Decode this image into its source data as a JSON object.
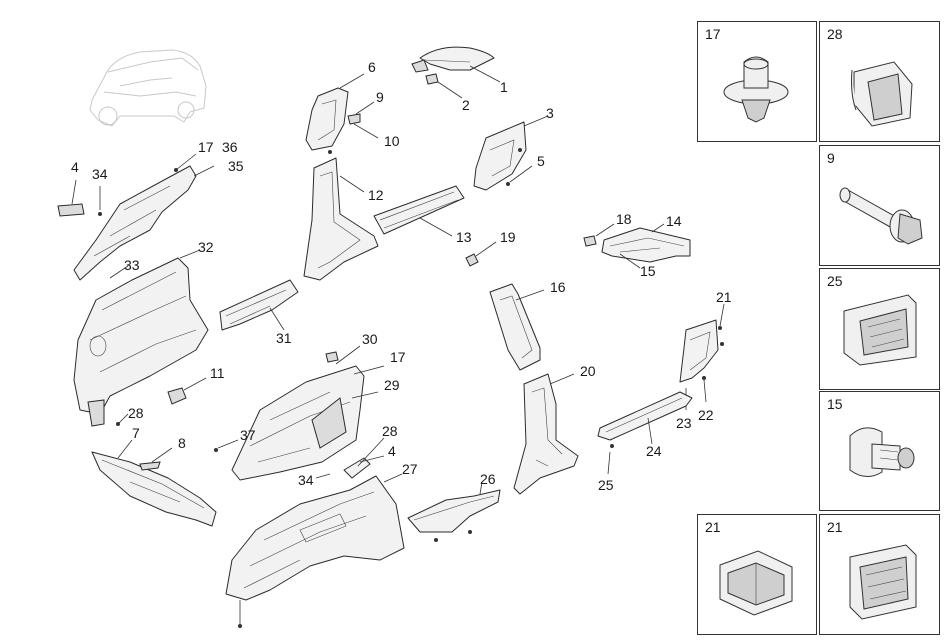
{
  "callouts": {
    "c1": "1",
    "c2": "2",
    "c3": "3",
    "c4a": "4",
    "c4b": "4",
    "c5": "5",
    "c6": "6",
    "c7": "7",
    "c8": "8",
    "c9": "9",
    "c10": "10",
    "c11": "11",
    "c12": "12",
    "c13": "13",
    "c14": "14",
    "c15": "15",
    "c16": "16",
    "c17a": "17",
    "c17b": "17",
    "c18": "18",
    "c19": "19",
    "c20": "20",
    "c21": "21",
    "c22": "22",
    "c23": "23",
    "c24": "24",
    "c25": "25",
    "c26": "26",
    "c27": "27",
    "c28a": "28",
    "c28b": "28",
    "c29": "29",
    "c30": "30",
    "c31": "31",
    "c32": "32",
    "c33": "33",
    "c34a": "34",
    "c34b": "34",
    "c35": "35",
    "c36": "36",
    "c37": "37"
  },
  "detail_boxes": [
    {
      "label": "17",
      "icon": "push-clip-icon"
    },
    {
      "label": "28",
      "icon": "square-clip-icon"
    },
    {
      "label": "9",
      "icon": "flange-bolt-icon"
    },
    {
      "label": "25",
      "icon": "spring-clip-icon"
    },
    {
      "label": "15",
      "icon": "retainer-nut-icon"
    },
    {
      "label": "21",
      "icon": "box-clip-icon"
    },
    {
      "label": "21",
      "icon": "metal-clip-icon"
    }
  ]
}
